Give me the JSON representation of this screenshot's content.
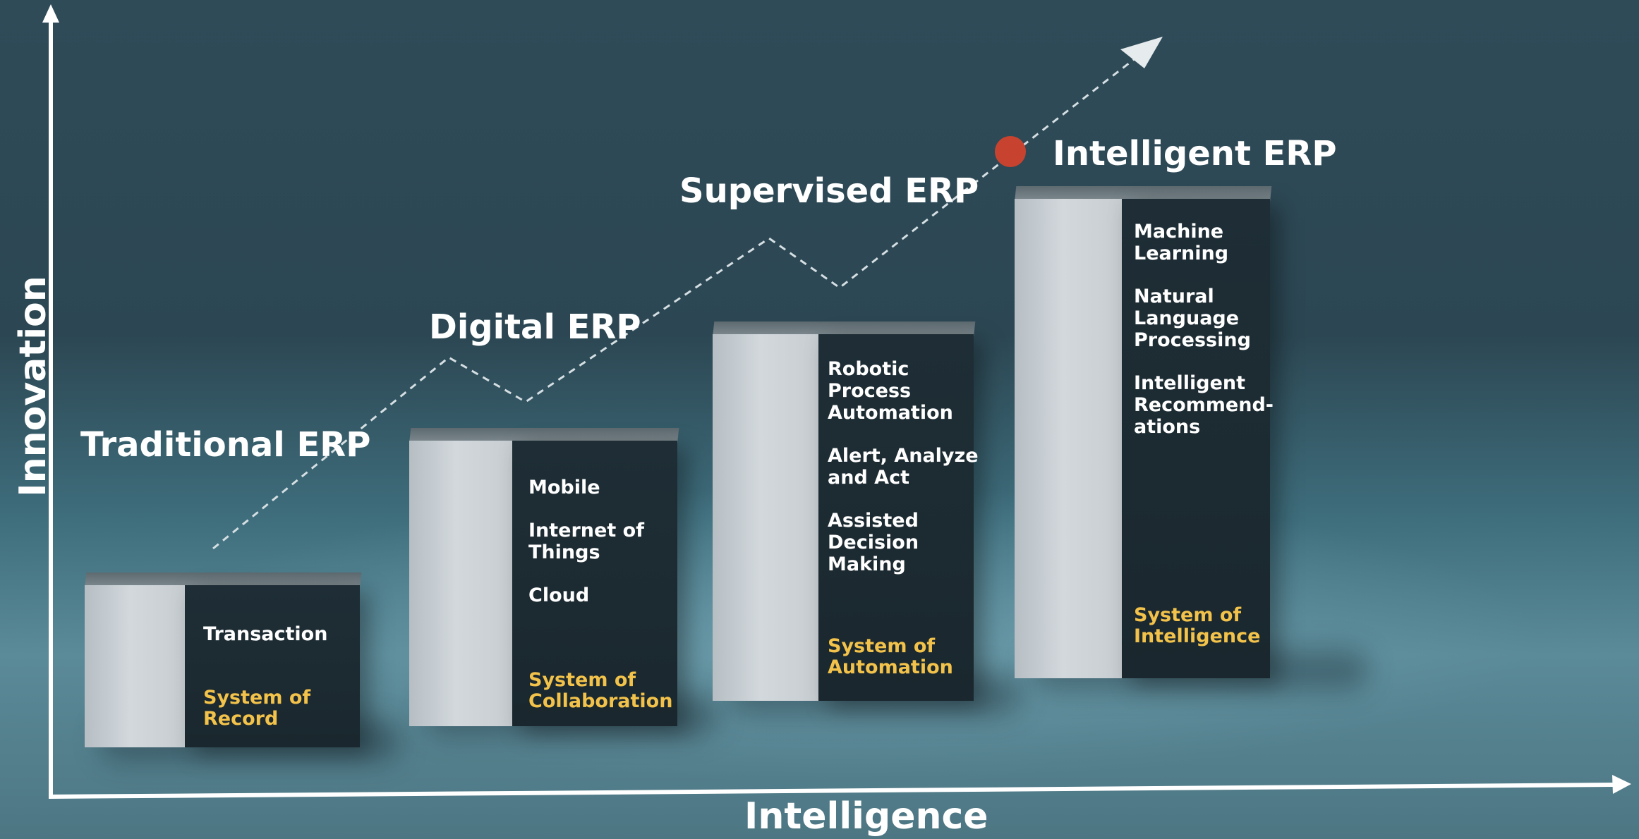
{
  "axes": {
    "x_label": "Intelligence",
    "y_label": "Innovation"
  },
  "stages": [
    {
      "label": "Traditional ERP",
      "items": [
        "Transaction"
      ],
      "system": "System of\nRecord"
    },
    {
      "label": "Digital ERP",
      "items": [
        "Mobile",
        "Internet of\nThings",
        "Cloud"
      ],
      "system": "System of\nCollaboration"
    },
    {
      "label": "Supervised ERP",
      "items": [
        "Robotic\nProcess\nAutomation",
        "Alert, Analyze\nand Act",
        "Assisted\nDecision\nMaking"
      ],
      "system": "System of\nAutomation"
    },
    {
      "label": "Intelligent ERP",
      "items": [
        "Machine\nLearning",
        "Natural\nLanguage\nProcessing",
        "Intelligent\nRecommend-\nations"
      ],
      "system": "System of\nIntelligence"
    }
  ],
  "colors": {
    "accent_dot": "#c8432f",
    "system_text": "#f2c24a",
    "label_text": "#ffffff"
  }
}
